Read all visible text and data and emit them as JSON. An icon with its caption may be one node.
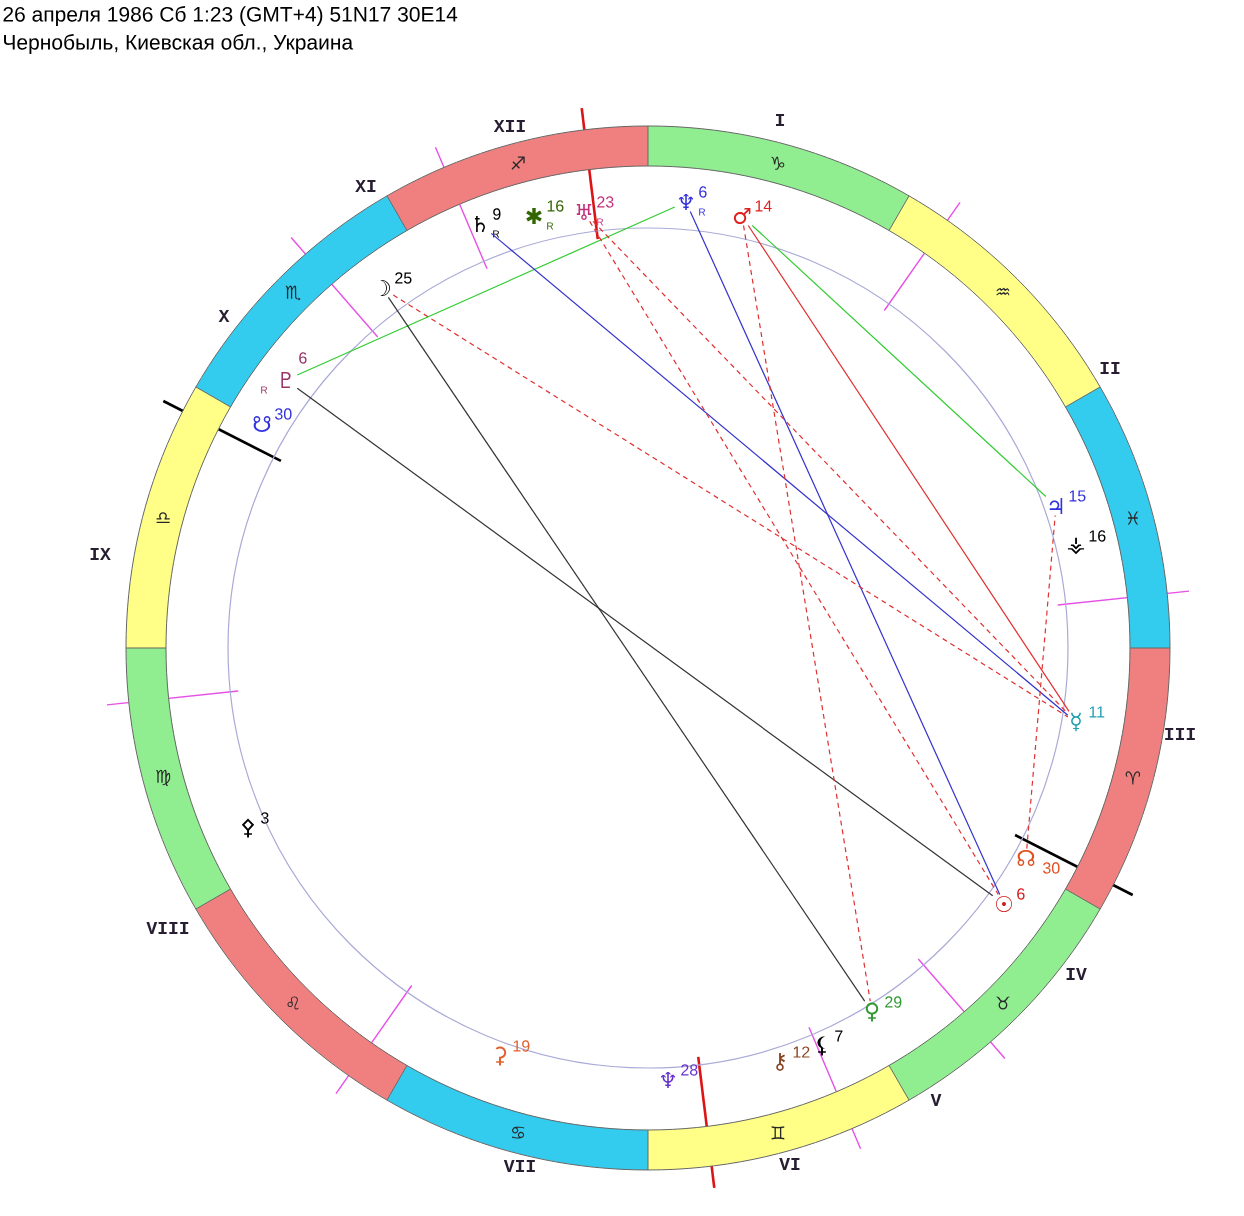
{
  "diagram": {
    "title": "26 апреля 1986 Сб 1:23 (GMT+4) 51N17 30E14",
    "nodes": [
      {
        "text": [
          "♄",
          "9",
          "R"
        ]
      },
      {
        "text": [
          "✱",
          "16",
          "R"
        ]
      },
      {
        "text": [
          "♅",
          "23",
          "R"
        ]
      },
      {
        "text": [
          "♆",
          "6",
          "R"
        ]
      },
      {
        "text": [
          "♂",
          "14"
        ]
      },
      {
        "text": [
          "☽",
          "25"
        ]
      },
      {
        "text": [
          "♇",
          "6",
          "R"
        ]
      },
      {
        "text": [
          "☋",
          "30"
        ]
      },
      {
        "text": [
          "♃",
          "15"
        ]
      },
      {
        "text": [
          "⚶",
          "16"
        ]
      },
      {
        "text": [
          "☿",
          "11"
        ]
      },
      {
        "text": [
          "☊",
          "30"
        ]
      },
      {
        "text": [
          "☉",
          "6"
        ]
      },
      {
        "text": [
          "♀",
          "29"
        ]
      },
      {
        "text": [
          "⚸",
          "7"
        ]
      },
      {
        "text": [
          "⚷",
          "12"
        ]
      },
      {
        "text": [
          "♆",
          "28"
        ]
      },
      {
        "text": [
          "⚳",
          "19"
        ]
      },
      {
        "text": [
          "⚴",
          "3"
        ]
      }
    ],
    "edges": [
      {
        "from": 6,
        "to": 3,
        "arrow": "none",
        "color": "#33cc33"
      },
      {
        "from": 6,
        "to": 12,
        "arrow": "none",
        "color": "#333333"
      },
      {
        "from": 5,
        "to": 13,
        "arrow": "none",
        "color": "#333333"
      },
      {
        "from": 0,
        "to": 10,
        "arrow": "none",
        "color": "#3333cc"
      },
      {
        "from": 3,
        "to": 12,
        "arrow": "none",
        "color": "#3333cc"
      },
      {
        "from": 4,
        "to": 8,
        "arrow": "none",
        "color": "#33cc33"
      },
      {
        "from": 4,
        "to": 10,
        "arrow": "none",
        "color": "#e03030"
      },
      {
        "from": 4,
        "to": 13,
        "arrow": "none",
        "style": "dashed",
        "color": "#e03030"
      },
      {
        "from": 5,
        "to": 10,
        "arrow": "none",
        "style": "dashed",
        "color": "#e03030"
      },
      {
        "from": 2,
        "to": 10,
        "arrow": "none",
        "style": "dashed",
        "color": "#e03030"
      },
      {
        "from": 2,
        "to": 12,
        "arrow": "none",
        "style": "dashed",
        "color": "#e03030"
      },
      {
        "from": 11,
        "to": 8,
        "arrow": "none",
        "style": "dashed",
        "color": "#e03030"
      }
    ],
    "labels": [
      "Чернобыль, Киевская обл., Украина",
      "♈",
      "♉",
      "♊",
      "♋",
      "♌",
      "♍",
      "♎",
      "♏",
      "♐",
      "♑",
      "♒",
      "♓",
      "I",
      "II",
      "III",
      "IV",
      "V",
      "VI",
      "VII",
      "VIII",
      "IX",
      "X",
      "XI",
      "XII"
    ]
  }
}
